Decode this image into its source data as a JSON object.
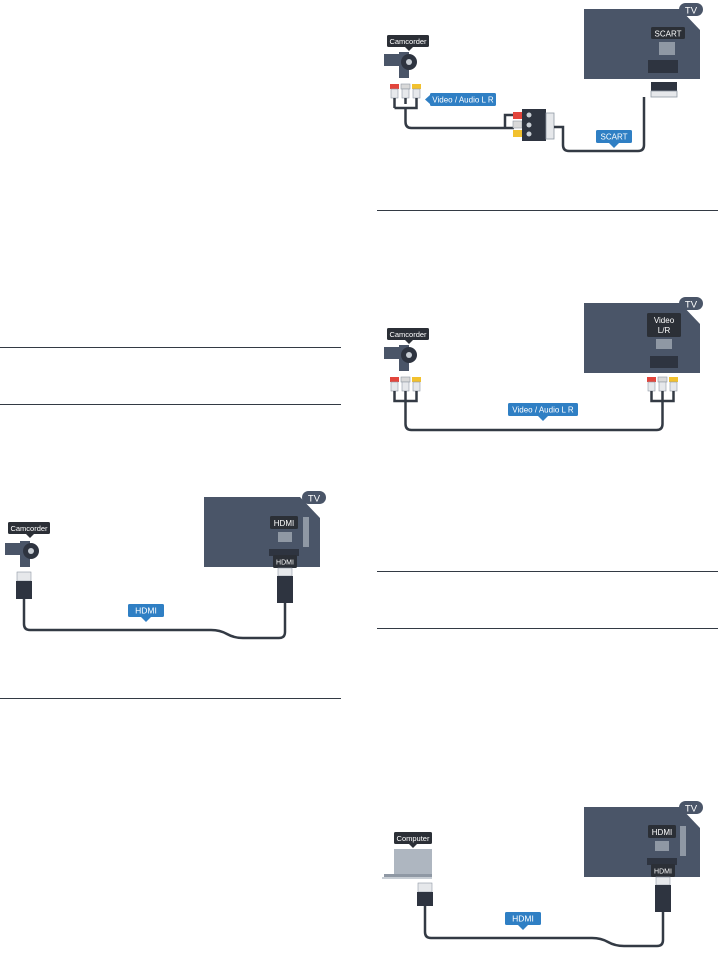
{
  "diagrams": {
    "scart": {
      "device": "Camcorder",
      "tv": "TV",
      "port": "SCART",
      "cable_video": "Video / Audio L R",
      "cable_scart": "SCART"
    },
    "video": {
      "device": "Camcorder",
      "tv": "TV",
      "port_line1": "Video",
      "port_line2": "L/R",
      "cable": "Video / Audio L R"
    },
    "hdmi_camcorder": {
      "device": "Camcorder",
      "tv": "TV",
      "port": "HDMI",
      "plug": "HDMI",
      "cable": "HDMI"
    },
    "hdmi_computer": {
      "device": "Computer",
      "tv": "TV",
      "port": "HDMI",
      "plug": "HDMI",
      "cable": "HDMI"
    }
  },
  "colors": {
    "tv": "#4a5568",
    "cable": "#333a44",
    "label": "#2f7fc4",
    "badge": "#2b2f36",
    "plug_red": "#e2453c",
    "plug_white": "#d9d9d9",
    "plug_yellow": "#f2c12e"
  }
}
